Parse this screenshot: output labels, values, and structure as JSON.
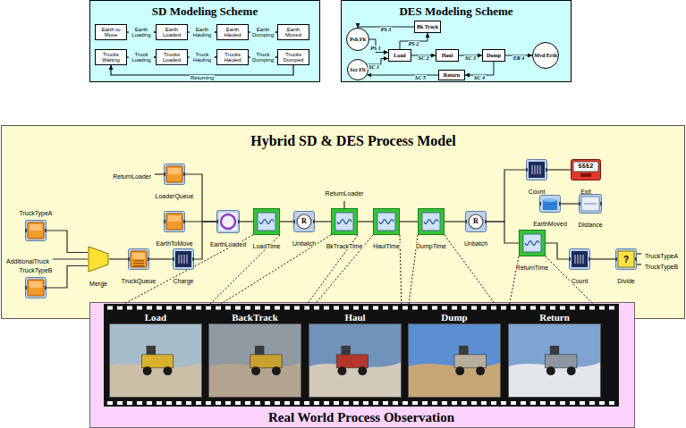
{
  "diagram": {
    "nodes": [
      {
        "text": [
          "SD Modeling Scheme"
        ]
      },
      {
        "text": [
          "Earth to Move"
        ],
        "in": 0
      },
      {
        "text": [
          "Earth Loaded"
        ],
        "in": 0
      },
      {
        "text": [
          "Earth Hauled"
        ],
        "in": 0
      },
      {
        "text": [
          "Earth Moved"
        ],
        "in": 0
      },
      {
        "text": [
          "Trucks Waiting"
        ],
        "in": 0
      },
      {
        "text": [
          "Trucks Loaded"
        ],
        "in": 0
      },
      {
        "text": [
          "Trucks Hauled"
        ],
        "in": 0
      },
      {
        "text": [
          "Trucks Dumped"
        ],
        "in": 0
      },
      {
        "text": [
          "DES Modeling Scheme"
        ]
      },
      {
        "text": [
          "Psh Flt"
        ],
        "in": 9
      },
      {
        "text": [
          "Scr Flt"
        ],
        "in": 9
      },
      {
        "text": [
          "Bk Track"
        ],
        "in": 9
      },
      {
        "text": [
          "Load"
        ],
        "in": 9
      },
      {
        "text": [
          "Haul"
        ],
        "in": 9
      },
      {
        "text": [
          "Dump"
        ],
        "in": 9
      },
      {
        "text": [
          "Mvd Erth"
        ],
        "in": 9
      },
      {
        "text": [
          "Return"
        ],
        "in": 9
      },
      {
        "text": [
          "Hybrid SD & DES Process Model"
        ]
      },
      {
        "text": [
          "TruckTypeA"
        ],
        "in": 18
      },
      {
        "text": [
          "TruckTypeB"
        ],
        "in": 18
      },
      {
        "text": [
          "Merge"
        ],
        "in": 18
      },
      {
        "text": [
          "TruckQueue"
        ],
        "in": 18
      },
      {
        "text": [
          "Charge"
        ],
        "in": 18
      },
      {
        "text": [
          "LoaderQueue"
        ],
        "in": 18
      },
      {
        "text": [
          "EarthToMove"
        ],
        "in": 18
      },
      {
        "text": [
          "EarthLoaded"
        ],
        "in": 18
      },
      {
        "text": [
          "LoadTime"
        ],
        "in": 18
      },
      {
        "text": [
          "R",
          "Unbatch"
        ],
        "in": 18
      },
      {
        "text": [
          "BkTrackTime"
        ],
        "in": 18
      },
      {
        "text": [
          "HaulTime"
        ],
        "in": 18
      },
      {
        "text": [
          "DumpTime"
        ],
        "in": 18
      },
      {
        "text": [
          "R",
          "Unbatch"
        ],
        "in": 18
      },
      {
        "text": [
          "Count"
        ],
        "in": 18
      },
      {
        "text": [
          "5552",
          "Exit"
        ],
        "in": 18
      },
      {
        "text": [
          "EarthMoved"
        ],
        "in": 18
      },
      {
        "text": [
          "Distance"
        ],
        "in": 18
      },
      {
        "text": [
          "ReturnTime"
        ],
        "in": 18
      },
      {
        "text": [
          "Count"
        ],
        "in": 18
      },
      {
        "text": [
          "?",
          "Divide"
        ],
        "in": 18
      },
      {
        "text": [
          "Real World Process Observation"
        ]
      },
      {
        "text": [
          "Load"
        ],
        "in": 40
      },
      {
        "text": [
          "BackTrack"
        ],
        "in": 40
      },
      {
        "text": [
          "Haul"
        ],
        "in": 40
      },
      {
        "text": [
          "Dump"
        ],
        "in": 40
      },
      {
        "text": [
          "Return"
        ],
        "in": 40
      }
    ],
    "edges": [
      {
        "from": 1,
        "to": 2,
        "arrow": "to",
        "label": "Earth Loading"
      },
      {
        "from": 2,
        "to": 3,
        "arrow": "to",
        "label": "Earth Hauling"
      },
      {
        "from": 3,
        "to": 4,
        "arrow": "to",
        "label": "Earth Dumping"
      },
      {
        "from": 5,
        "to": 6,
        "arrow": "to",
        "label": "Truck Loading"
      },
      {
        "from": 6,
        "to": 7,
        "arrow": "to",
        "label": "Truck Hauling"
      },
      {
        "from": 7,
        "to": 8,
        "arrow": "to",
        "label": "Truck Dumping"
      },
      {
        "from": 8,
        "to": 5,
        "arrow": "to",
        "label": "Returning"
      },
      {
        "from": 10,
        "to": 13,
        "arrow": "to",
        "label": "PS 1"
      },
      {
        "from": 13,
        "to": 12,
        "arrow": "to",
        "label": "PS 2"
      },
      {
        "from": 12,
        "to": 10,
        "arrow": "to",
        "label": "PS 3"
      },
      {
        "from": 11,
        "to": 13,
        "arrow": "to",
        "label": "SC 1"
      },
      {
        "from": 13,
        "to": 14,
        "arrow": "to",
        "label": "SC 2"
      },
      {
        "from": 14,
        "to": 15,
        "arrow": "to",
        "label": "SC 3"
      },
      {
        "from": 15,
        "to": 16,
        "arrow": "to",
        "label": "ER 4"
      },
      {
        "from": 15,
        "to": 17,
        "arrow": "to",
        "label": "SC 4"
      },
      {
        "from": 17,
        "to": 11,
        "arrow": "to",
        "label": "SC 5"
      },
      {
        "from": 19,
        "to": 21,
        "arrow": "none"
      },
      {
        "from": 20,
        "to": 21,
        "arrow": "none"
      },
      {
        "from": 21,
        "to": 22,
        "arrow": "none"
      },
      {
        "from": 22,
        "to": 23,
        "arrow": "none"
      },
      {
        "from": 24,
        "to": 26,
        "arrow": "none"
      },
      {
        "from": 25,
        "to": 26,
        "arrow": "none"
      },
      {
        "from": 23,
        "to": 26,
        "arrow": "none"
      },
      {
        "from": 26,
        "to": 27,
        "arrow": "none"
      },
      {
        "from": 27,
        "to": 28,
        "arrow": "none"
      },
      {
        "from": 28,
        "to": 29,
        "arrow": "none"
      },
      {
        "from": 29,
        "to": 30,
        "arrow": "none"
      },
      {
        "from": 30,
        "to": 31,
        "arrow": "none"
      },
      {
        "from": 31,
        "to": 32,
        "arrow": "none"
      },
      {
        "from": 32,
        "to": 33,
        "arrow": "none"
      },
      {
        "from": 33,
        "to": 34,
        "arrow": "none"
      },
      {
        "from": 32,
        "to": 37,
        "arrow": "none"
      },
      {
        "from": 37,
        "to": 38,
        "arrow": "none"
      },
      {
        "from": 38,
        "to": 39,
        "arrow": "none"
      },
      {
        "from": 35,
        "to": 36,
        "arrow": "none"
      },
      {
        "from": 27,
        "to": 41,
        "arrow": "none"
      },
      {
        "from": 27,
        "to": 41,
        "arrow": "none"
      },
      {
        "from": 29,
        "to": 42,
        "arrow": "none"
      },
      {
        "from": 29,
        "to": 42,
        "arrow": "none"
      },
      {
        "from": 30,
        "to": 43,
        "arrow": "none"
      },
      {
        "from": 30,
        "to": 43,
        "arrow": "none"
      },
      {
        "from": 31,
        "to": 44,
        "arrow": "none"
      },
      {
        "from": 31,
        "to": 44,
        "arrow": "none"
      },
      {
        "from": 37,
        "to": 45,
        "arrow": "none"
      },
      {
        "from": 37,
        "to": 45,
        "arrow": "none"
      }
    ],
    "labels": [
      "ReturnLoader",
      "AdditionalTruck",
      "ReturnLoader",
      "TruckTypeA",
      "TruckTypeB"
    ]
  }
}
